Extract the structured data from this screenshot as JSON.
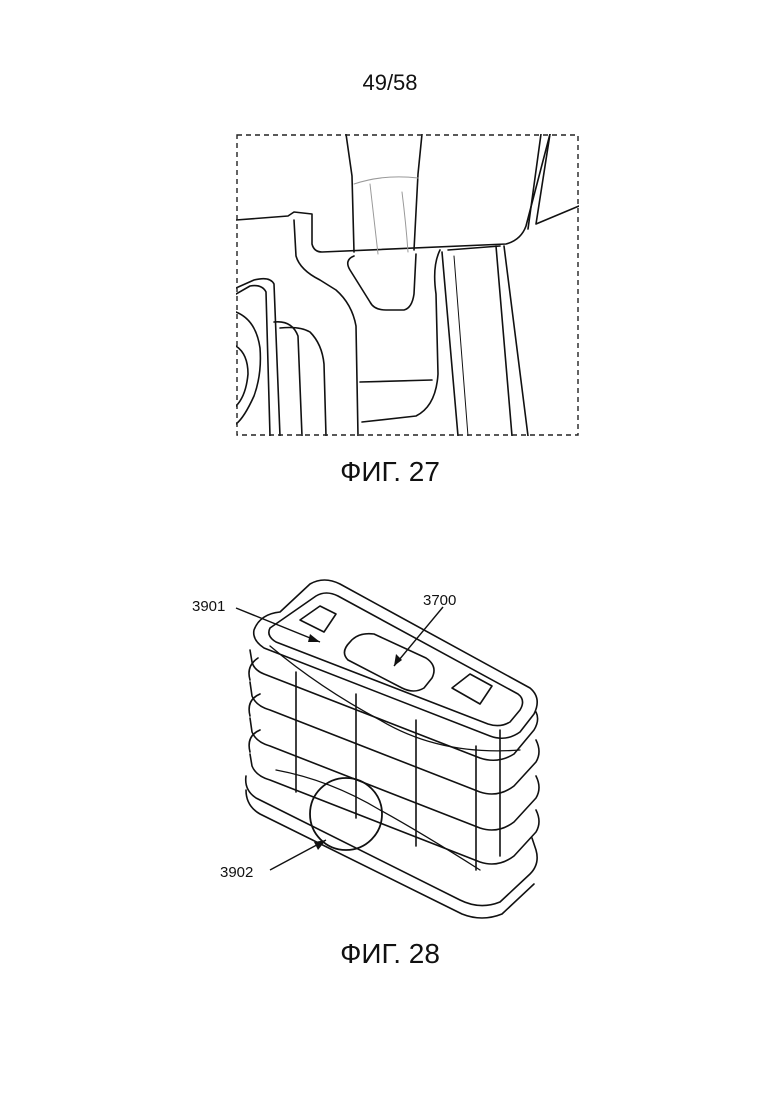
{
  "page": {
    "number": "49/58"
  },
  "figure_27": {
    "caption": "ФИГ. 27"
  },
  "figure_28": {
    "caption": "ФИГ. 28",
    "references": {
      "r3700": "3700",
      "r3901": "3901",
      "r3902": "3902"
    }
  }
}
